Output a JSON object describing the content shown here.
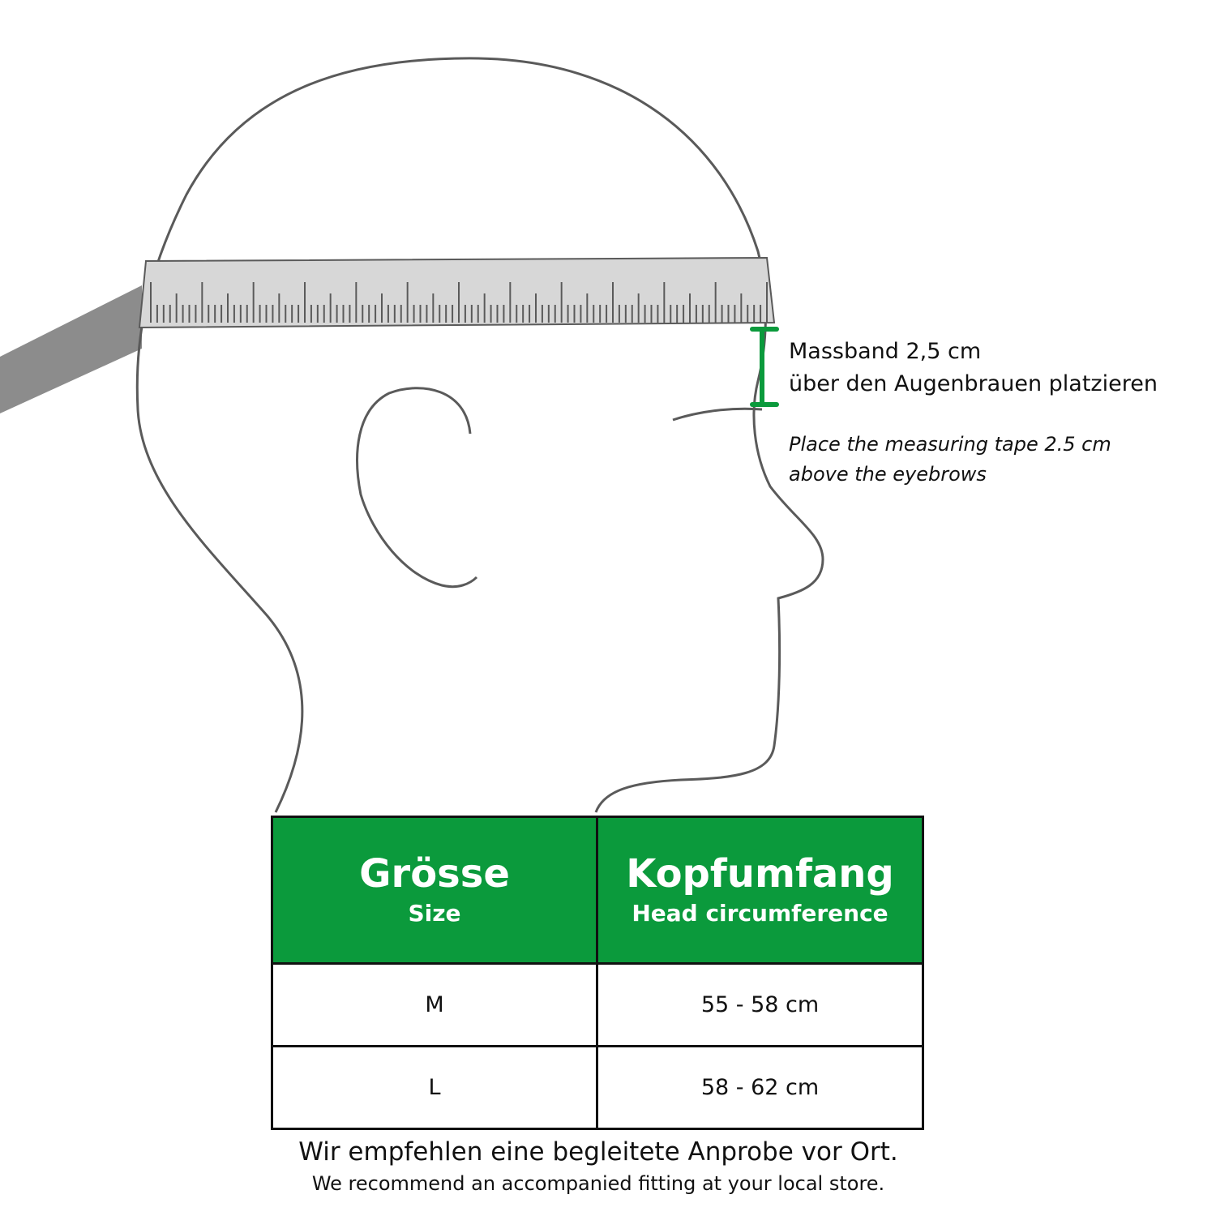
{
  "colors": {
    "accent": "#0b9a3c",
    "outline": "#5a5a5a",
    "tape": "#d7d7d7",
    "strap": "#8c8c8c"
  },
  "illustration": {
    "icon": "head-profile-with-measuring-tape-icon"
  },
  "annotation": {
    "de_line1": "Massband 2,5 cm",
    "de_line2": "über den Augenbrauen platzieren",
    "en_line1": "Place the measuring tape 2.5 cm",
    "en_line2": "above the eyebrows"
  },
  "table": {
    "headers": [
      {
        "main": "Grösse",
        "sub": "Size"
      },
      {
        "main": "Kopfumfang",
        "sub": "Head circumference"
      }
    ],
    "rows": [
      {
        "size": "M",
        "range": "55 - 58 cm"
      },
      {
        "size": "L",
        "range": "58 - 62 cm"
      }
    ]
  },
  "footer": {
    "de": "Wir empfehlen eine begleitete Anprobe vor Ort.",
    "en": "We recommend an accompanied fitting at your local store."
  }
}
